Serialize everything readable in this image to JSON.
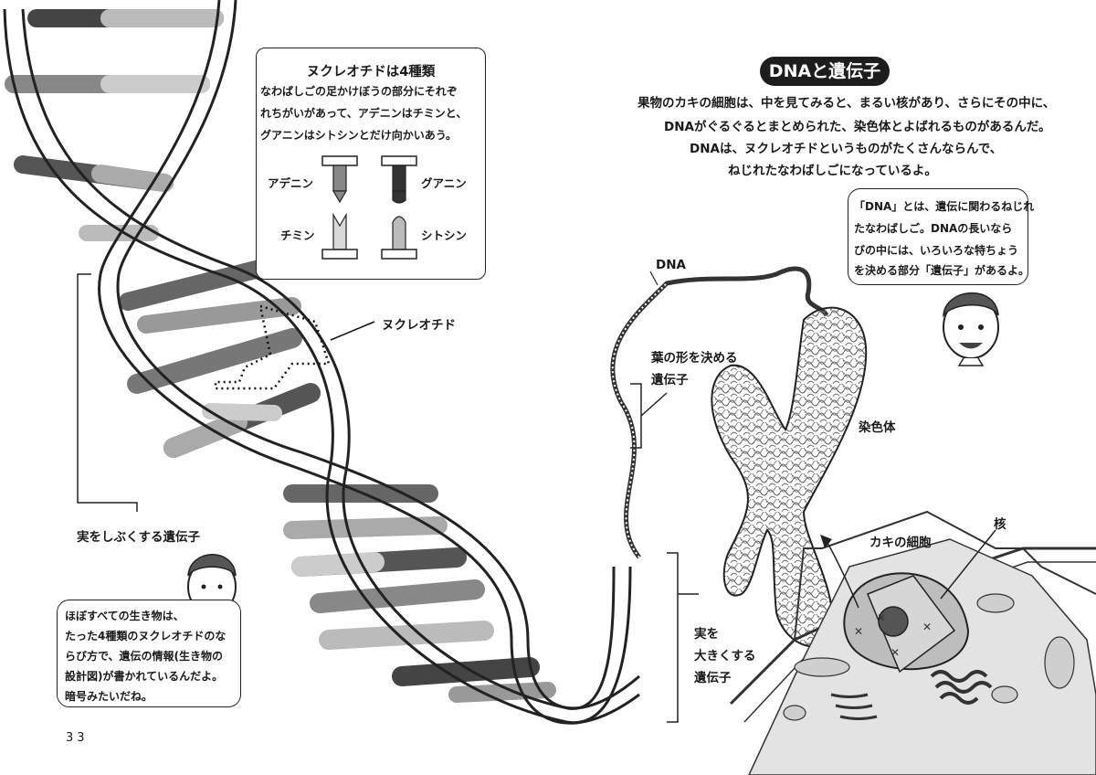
{
  "nucleotide_box": {
    "title": "ヌクレオチドは4種類",
    "lines": [
      "なわばしごの足かけぼうの部分にそれぞ",
      "れちがいがあって、アデニンはチミンと、",
      "グアニンはシトシンとだけ向かいあう。"
    ],
    "adenine": "アデニン",
    "guanine": "グアニン",
    "thymine": "チミン",
    "cytosine": "シトシン"
  },
  "dna_section": {
    "title": "DNAと遺伝子",
    "lines": [
      "果物のカキの細胞は、中を見てみると、まるい核があり、さらにその中に、",
      "DNAがぐるぐるとまとめられた、染色体とよばれるものがあるんだ。",
      "DNAは、ヌクレオチドというものがたくさんならんで、",
      "ねじれたなわばしごになっているよ。"
    ]
  },
  "right_bubble": {
    "lines": [
      "「DNA」とは、遺伝に関わるねじれ",
      "たなわばしご。DNAの長いなら",
      "びの中には、いろいろな特ちょう",
      "を決める部分「遺伝子」があるよ。"
    ]
  },
  "left_bubble": {
    "lines": [
      "ほぼすべての生き物は、",
      "たった4種類のヌクレオチドのな",
      "らび方で、遺伝の情報(生き物の",
      "設計図)が書かれているんだよ。",
      "暗号みたいだね。"
    ]
  },
  "labels": {
    "nucleotide": "ヌクレオチド",
    "dna": "DNA",
    "leaf_gene_1": "葉の形を決める",
    "leaf_gene_2": "遺伝子",
    "chromosome": "染色体",
    "cell": "カキの細胞",
    "nucleus": "核",
    "fruit_gene": "実をしぶくする遺伝子",
    "big_gene_1": "実を",
    "big_gene_2": "大きくする",
    "big_gene_3": "遺伝子"
  },
  "page_number": "33"
}
